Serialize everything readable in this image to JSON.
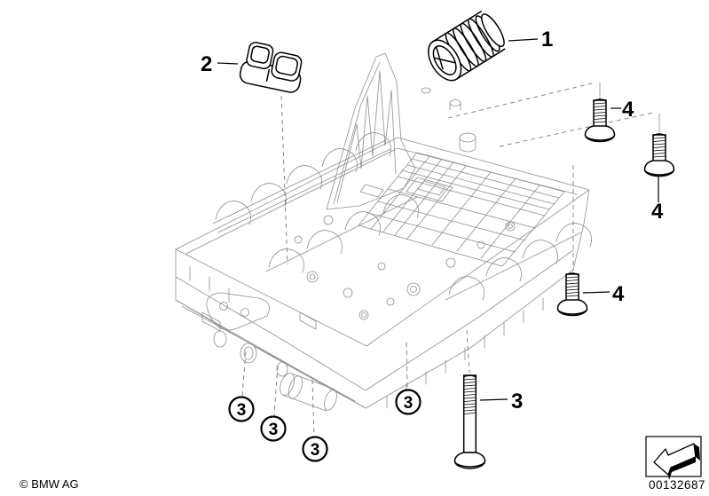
{
  "colors": {
    "background": "#ffffff",
    "drawing_line": "#8f8f8f",
    "ink": "#000000"
  },
  "footer": {
    "copyright": "© BMW AG",
    "part_number": "00132687"
  },
  "callouts": {
    "one": {
      "label": "1"
    },
    "two": {
      "label": "2"
    },
    "three": {
      "label": "3"
    },
    "four": {
      "label": "4"
    }
  }
}
